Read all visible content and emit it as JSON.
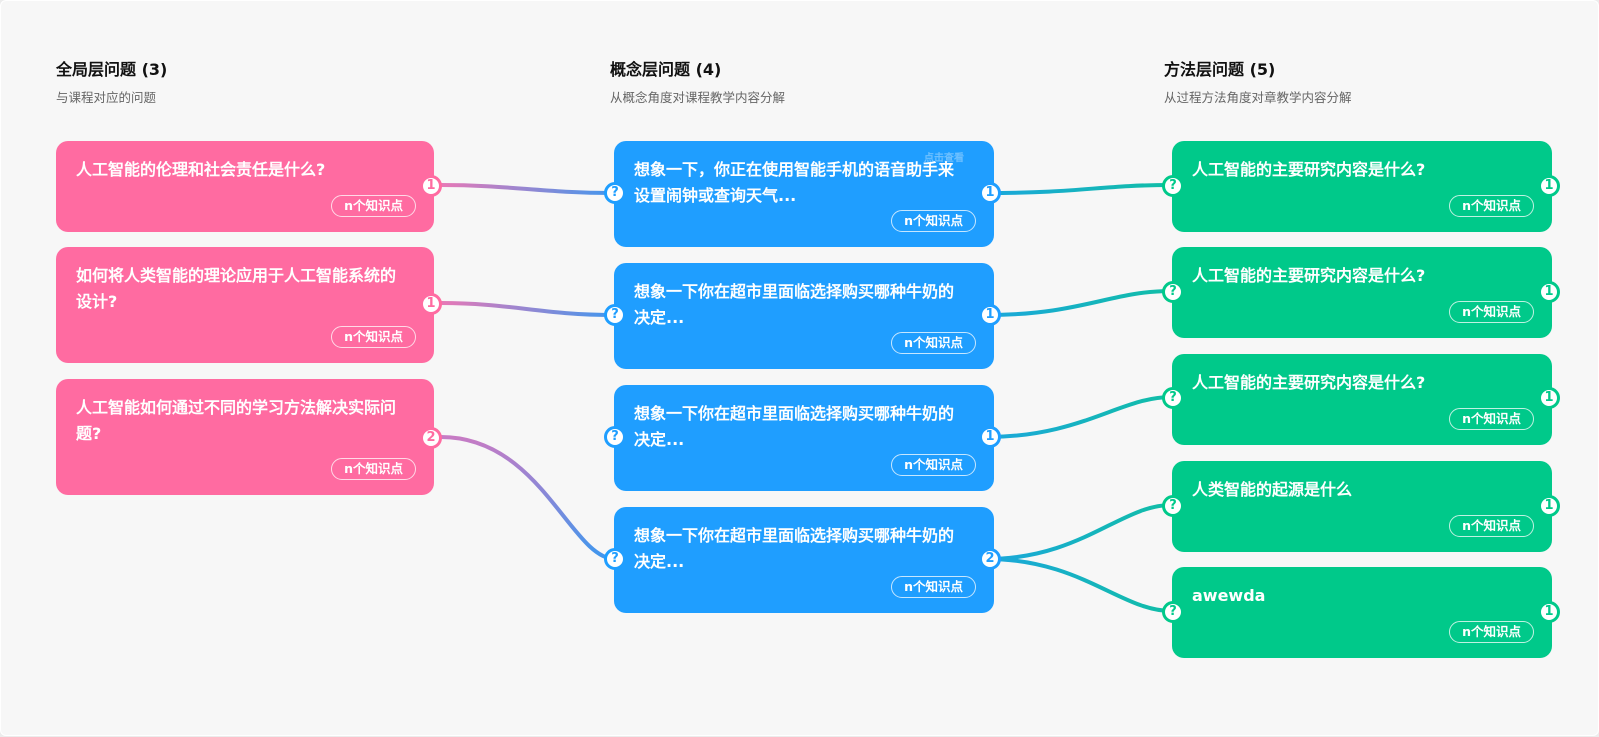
{
  "columns": [
    {
      "title": "全局层问题 (3)",
      "subtitle": "与课程对应的问题"
    },
    {
      "title": "概念层问题 (4)",
      "subtitle": "从概念角度对课程教学内容分解"
    },
    {
      "title": "方法层问题 (5)",
      "subtitle": "从过程方法角度对章教学内容分解"
    }
  ],
  "global_cards": [
    {
      "text": "人工智能的伦理和社会责任是什么?",
      "kp": "n个知识点",
      "out": "1"
    },
    {
      "text": "如何将人类智能的理论应用于人工智能系统的设计?",
      "kp": "n个知识点",
      "out": "1"
    },
    {
      "text": "人工智能如何通过不同的学习方法解决实际问题?",
      "kp": "n个知识点",
      "out": "2"
    }
  ],
  "concept_cards": [
    {
      "text": "想象一下，你正在使用智能手机的语音助手来设置闹钟或查询天气...",
      "kp": "n个知识点",
      "in": "?",
      "out": "1",
      "peek": "点击查看"
    },
    {
      "text": "想象一下你在超市里面临选择购买哪种牛奶的决定...",
      "kp": "n个知识点",
      "in": "?",
      "out": "1"
    },
    {
      "text": "想象一下你在超市里面临选择购买哪种牛奶的决定...",
      "kp": "n个知识点",
      "in": "?",
      "out": "1"
    },
    {
      "text": "想象一下你在超市里面临选择购买哪种牛奶的决定...",
      "kp": "n个知识点",
      "in": "?",
      "out": "2"
    }
  ],
  "method_cards": [
    {
      "text": "人工智能的主要研究内容是什么?",
      "kp": "n个知识点",
      "in": "?",
      "out": "1"
    },
    {
      "text": "人工智能的主要研究内容是什么?",
      "kp": "n个知识点",
      "in": "?",
      "out": "1"
    },
    {
      "text": "人工智能的主要研究内容是什么?",
      "kp": "n个知识点",
      "in": "?",
      "out": "1"
    },
    {
      "text": "人类智能的起源是什么",
      "kp": "n个知识点",
      "in": "?",
      "out": "1"
    },
    {
      "text": "awewda",
      "kp": "n个知识点",
      "in": "?",
      "out": "1"
    }
  ],
  "colors": {
    "global": "#ff6ba1",
    "concept": "#1f9eff",
    "method": "#00c98a",
    "link_teal": "#17b3b8"
  }
}
